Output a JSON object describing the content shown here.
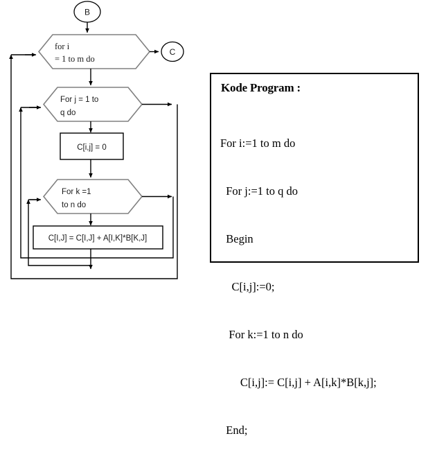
{
  "diagram": {
    "title": "Matrix multiplication flowchart with pseudocode",
    "connectors": {
      "entry": "B",
      "exit": "C"
    },
    "nodes": {
      "loop_i": {
        "line1": "for i",
        "line2": "=  1 to  m do"
      },
      "loop_j": {
        "line1": "For j  = 1 to",
        "line2": "q do"
      },
      "init_c": {
        "line1": "C[i,j] = 0"
      },
      "loop_k": {
        "line1": "For k  =1",
        "line2": "to n do"
      },
      "accumulate": {
        "line1": "C[I,J] = C[I,J] + A[I,K]*B[K,J]"
      }
    },
    "colors": {
      "hexagon_stroke": "#808080",
      "box_stroke": "#000000",
      "arrow": "#000000",
      "text": "#1a1a1a",
      "background": "#ffffff"
    }
  },
  "code_panel": {
    "title": "Kode Program :",
    "lines": [
      "For i:=1 to m do",
      "  For j:=1 to q do",
      "  Begin",
      "    C[i,j]:=0;",
      "   For k:=1 to n do",
      "       C[i,j]:= C[i,j] + A[i,k]*B[k,j];",
      "  End;"
    ]
  }
}
